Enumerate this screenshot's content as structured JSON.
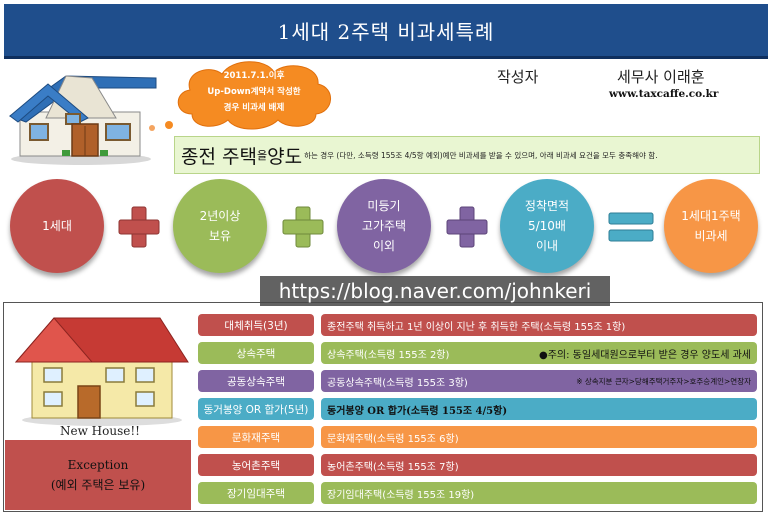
{
  "header": {
    "title": "1세대 2주택 비과세특례"
  },
  "cloud": {
    "line1": "2011.7.1.이후",
    "line2": "Up-Down계약서  작성한",
    "line3": "경우 비과세 배제"
  },
  "author": {
    "label": "작성자",
    "name": "세무사 이래훈",
    "site": "www.taxcaffe.co.kr"
  },
  "lead": {
    "big1": "종전 주택",
    "mid1": "을 ",
    "big2": "양도",
    "small": "하는 경우  (다만, 소득령 155조 4/5항 예외)예만 비과세를 받을 수 있으며, 아래 비과세 요건을 모두 충족해야 함."
  },
  "circles": [
    {
      "text": "1세대",
      "color": "#c0504d"
    },
    {
      "text": "2년이상\n보유",
      "color": "#9bbb59"
    },
    {
      "text": "미등기\n고가주택\n이외",
      "color": "#8064a2"
    },
    {
      "text": "정착면적\n5/10배\n이내",
      "color": "#4bacc6"
    },
    {
      "text": "1세대1주택\n비과세",
      "color": "#f79646"
    }
  ],
  "operators": [
    "plus",
    "plus",
    "plus",
    "equals"
  ],
  "watermark": "https://blog.naver.com/johnkeri",
  "new_house": {
    "label": "New House!!"
  },
  "exception": {
    "line1": "Exception",
    "line2": "(예외 주택은 보유)"
  },
  "rows": [
    {
      "cat": "대체취득(3년)",
      "desc": "종전주택 취득하고 1년 이상이 지난 후  취득한 주택(소득령 155조 1항)",
      "color": "#c0504d",
      "note": "",
      "highlight": false
    },
    {
      "cat": "상속주택",
      "desc": "상속주택(소득령 155조 2항)",
      "color": "#9bbb59",
      "note": "●주의:  동일세대원으로부터 받은 경우 양도세 과세",
      "highlight": false
    },
    {
      "cat": "공동상속주택",
      "desc": "공동상속주택(소득령 155조 3항)",
      "color": "#8064a2",
      "note": "※ 상속지분 큰자>당해주택거주자>호주승계인>연장자",
      "highlight": false
    },
    {
      "cat": "동거봉양 OR 합가(5년)",
      "desc": "동거봉양 OR 합가(소득령 155조 4/5항)",
      "color": "#4bacc6",
      "note": "",
      "highlight": true
    },
    {
      "cat": "문화재주택",
      "desc": "문화재주택(소득령 155조 6항)",
      "color": "#f79646",
      "note": "",
      "highlight": false
    },
    {
      "cat": "농어촌주택",
      "desc": "농어촌주택(소득령 155조 7항)",
      "color": "#c0504d",
      "note": "",
      "highlight": false
    },
    {
      "cat": "장기임대주택",
      "desc": "장기임대주택(소득령 155조 19항)",
      "color": "#9bbb59",
      "note": "",
      "highlight": false
    }
  ]
}
